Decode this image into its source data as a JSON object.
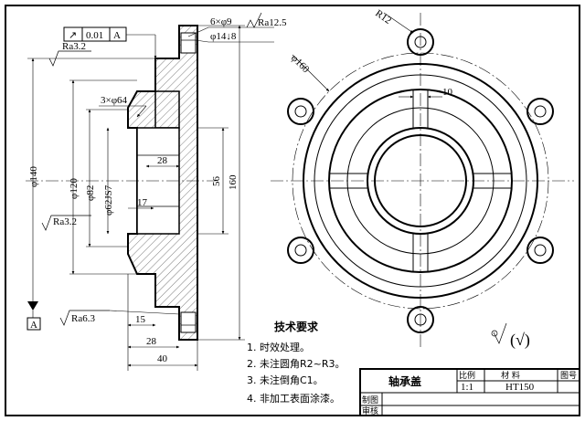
{
  "roughness": {
    "top": "Ra3.2",
    "middle": "Ra3.2",
    "bottom": "Ra6.3",
    "other_symbol": "(√)"
  },
  "tolerance_frame": {
    "symbol": "↗",
    "value": "0.01",
    "datum": "A"
  },
  "datum_label": "A",
  "dimensions": {
    "holes": "6×φ9",
    "counterbore": "φ14↓8",
    "counterbore_ref": "Ra12.5",
    "chamfers": "3×φ64",
    "d140": "φ140",
    "d120": "φ120",
    "d82": "φ82",
    "d62": "φ62JS7",
    "d28": "28",
    "d17": "17",
    "d56": "56",
    "d160": "160",
    "l15": "15",
    "l28": "28",
    "l40": "40",
    "r12": "R12",
    "d160_circle": "φ160",
    "w10": "10"
  },
  "tech_req": {
    "title": "技术要求",
    "items": [
      "1. 时效处理。",
      "2. 未注圆角R2~R3。",
      "3. 未注倒角C1。",
      "4. 非加工表面涂漆。"
    ]
  },
  "title_block": {
    "part_name": "轴承盖",
    "scale_label": "比例",
    "material_label": "材  料",
    "drawing_no_label": "图号",
    "scale_value": "1:1",
    "material_value": "HT150",
    "drawn_label": "制图",
    "checked_label": "审核"
  }
}
